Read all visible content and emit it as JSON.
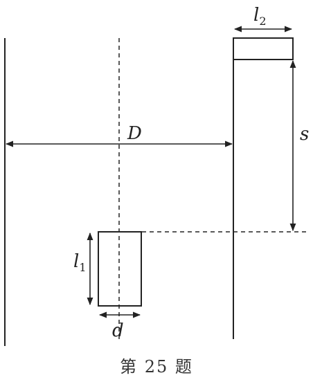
{
  "labels": {
    "l2_main": "l",
    "l2_sub": "2",
    "s": "s",
    "D": "D",
    "l1_main": "l",
    "l1_sub": "1",
    "d": "d"
  },
  "caption": "第 25 题"
}
